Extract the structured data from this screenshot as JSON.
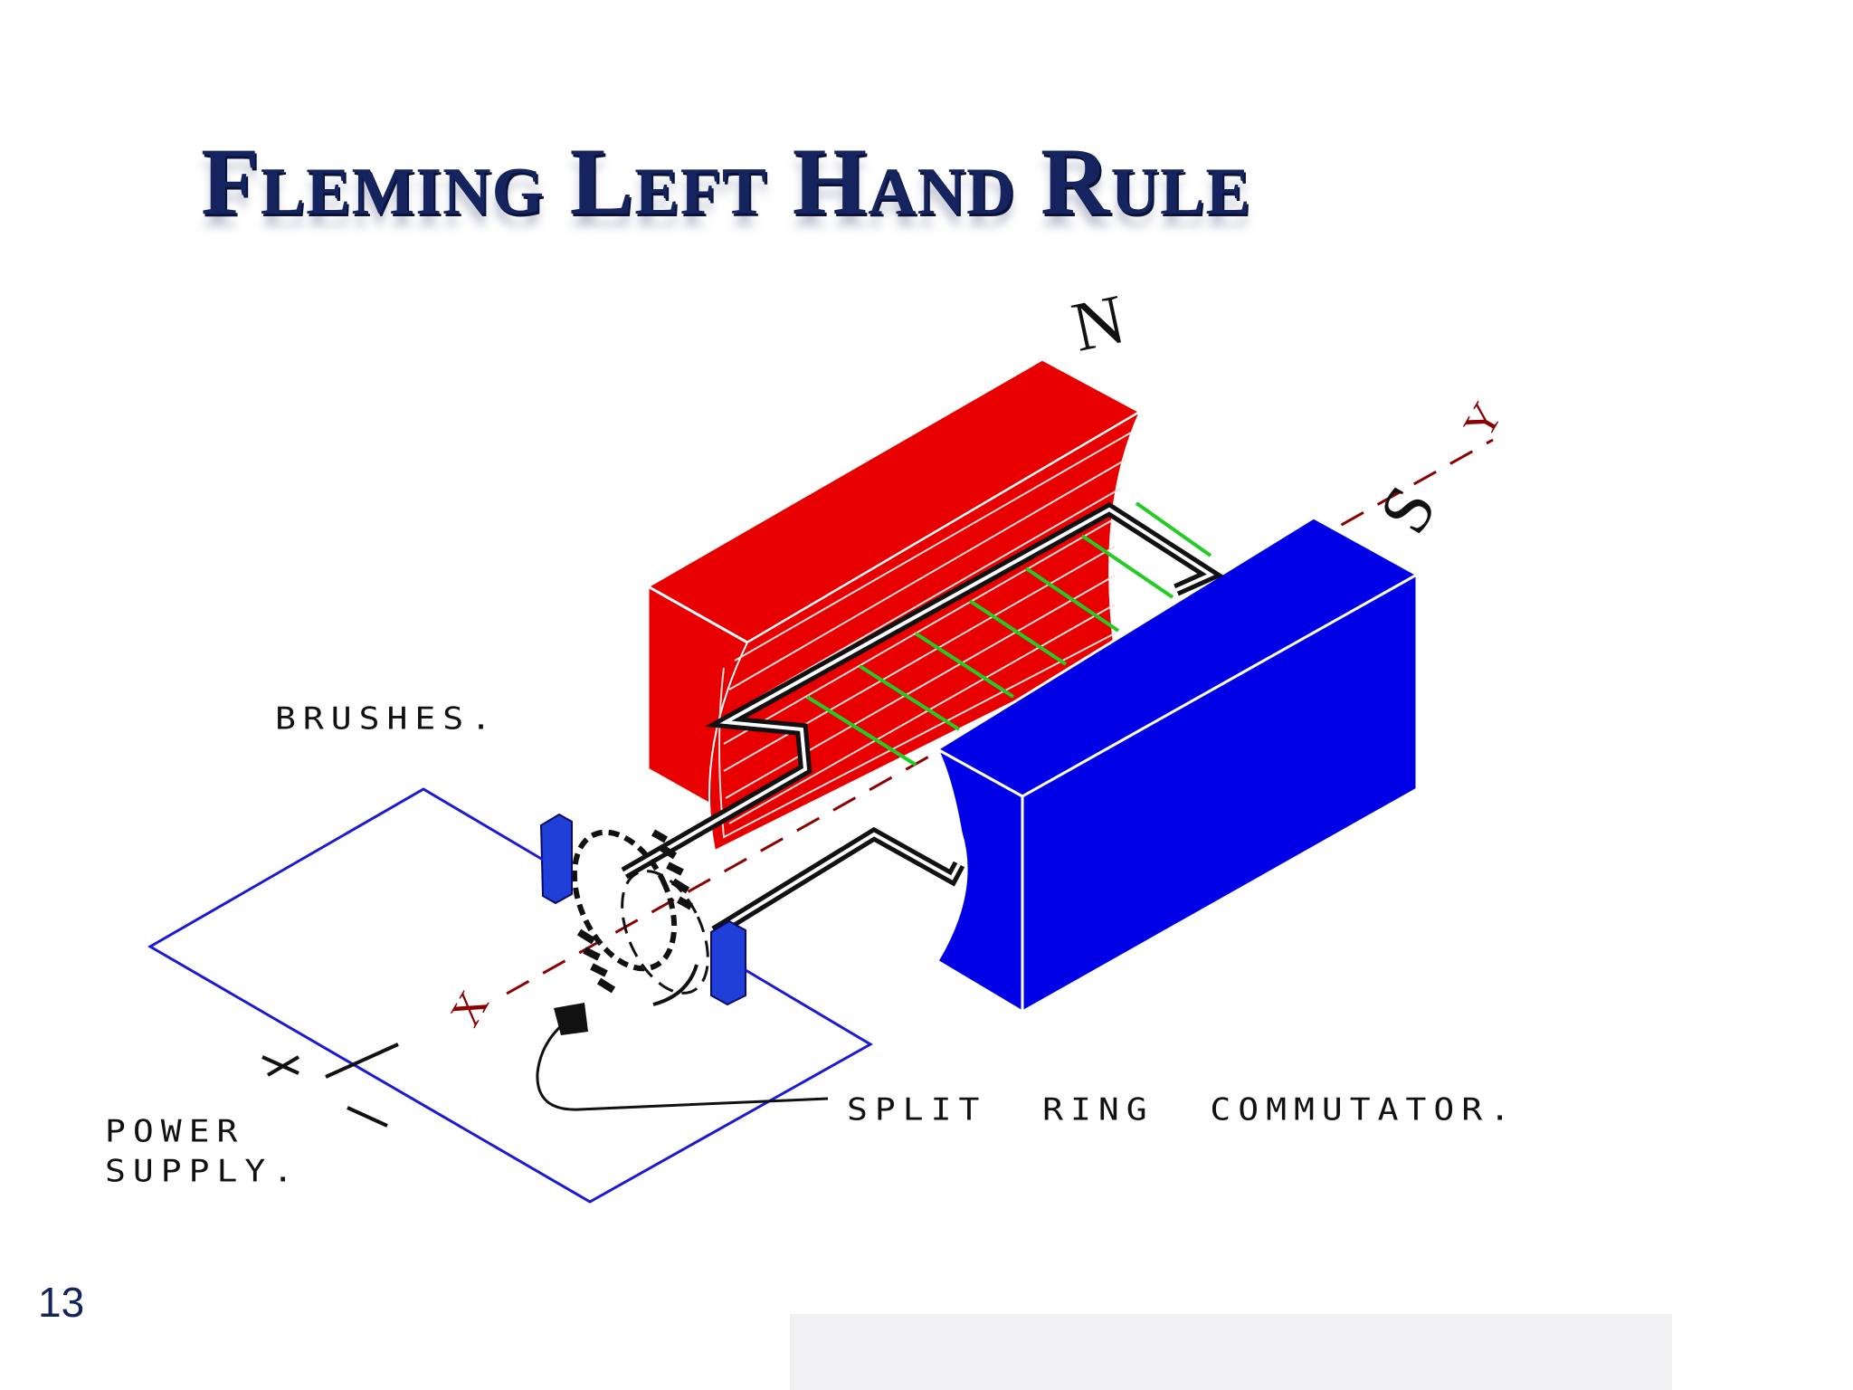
{
  "slide": {
    "title": "Fleming Left Hand Rule",
    "page_number": "13"
  },
  "diagram": {
    "labels": {
      "brushes": "BRUSHES.",
      "power_supply_line1": "POWER",
      "power_supply_line2": "SUPPLY.",
      "commutator": "SPLIT  RING  COMMUTATOR.",
      "north_pole": "N",
      "south_pole": "S",
      "axis_x": "X",
      "axis_y": "Y"
    },
    "colors": {
      "north_magnet": "#e80000",
      "south_magnet": "#0000e6",
      "circuit_wire": "#1a1ad4",
      "field_lines": "#22cc22",
      "axis": "#8b0000",
      "title": "#15245f"
    }
  }
}
